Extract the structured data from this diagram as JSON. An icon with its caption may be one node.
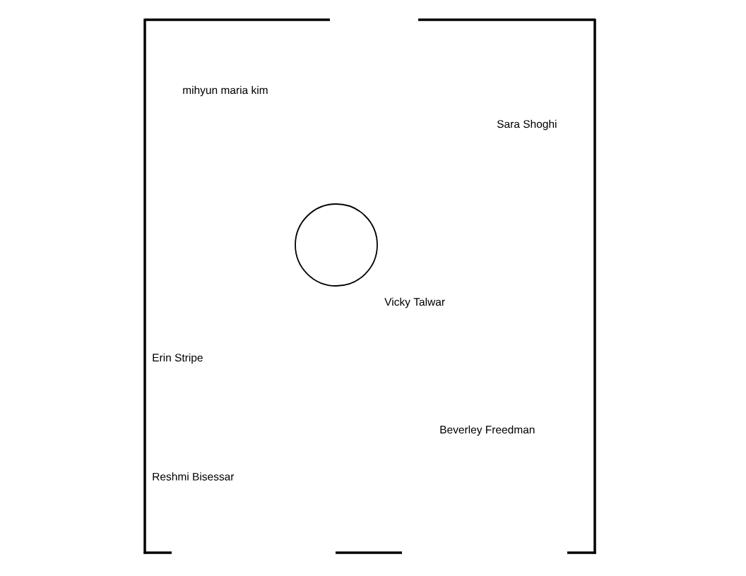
{
  "diagram": {
    "labels": [
      "mihyun maria kim",
      "Sara Shoghi",
      "Vicky Talwar",
      "Erin Stripe",
      "Beverley Freedman",
      "Reshmi Bisessar"
    ]
  }
}
